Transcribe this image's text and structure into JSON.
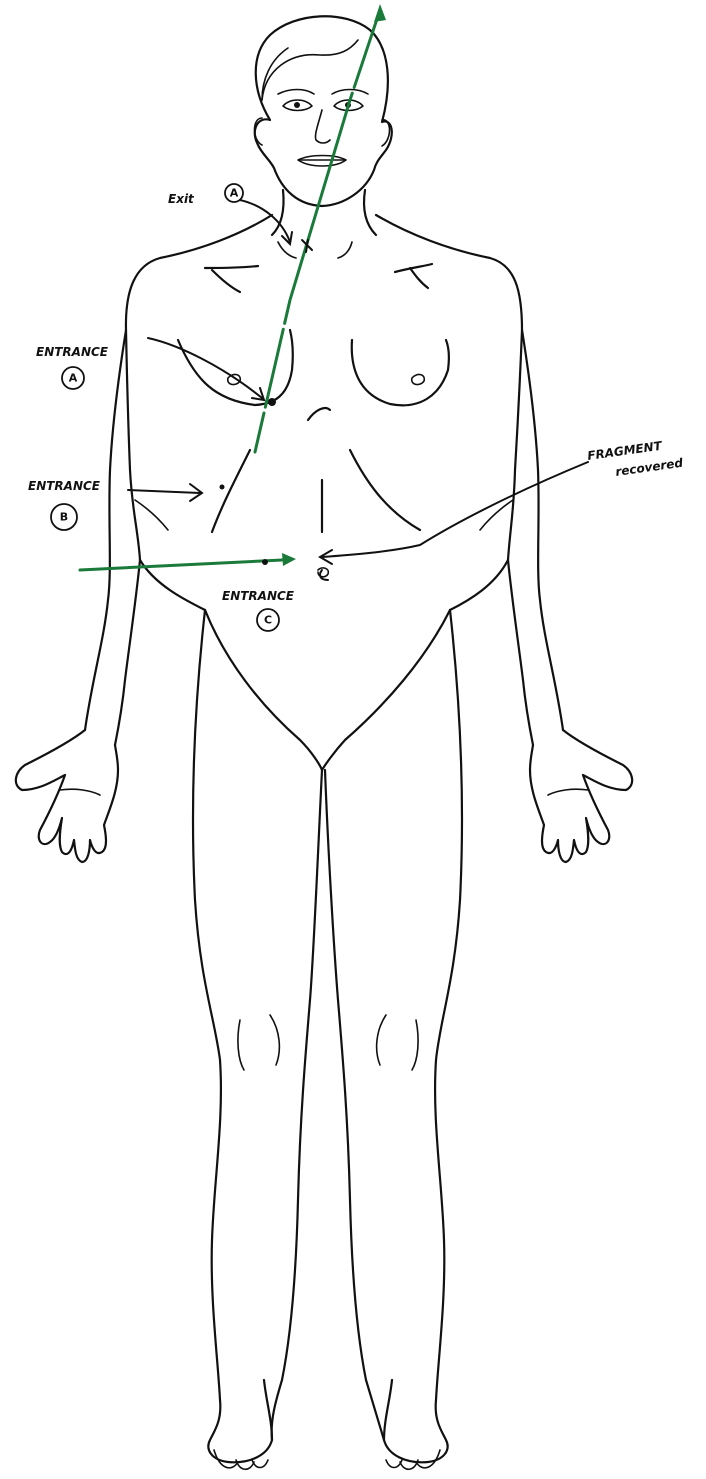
{
  "labels": {
    "exit": "Exit",
    "exit_id": "A",
    "entrance_a": "ENTRANCE",
    "entrance_a_id": "A",
    "entrance_b": "ENTRANCE",
    "entrance_b_id": "B",
    "entrance_c": "ENTRANCE",
    "entrance_c_id": "C",
    "fragment_line1": "FRAGMENT",
    "fragment_line2": "recovered"
  },
  "colors": {
    "trajectory": "#1a7a3a",
    "ink": "#111111"
  }
}
